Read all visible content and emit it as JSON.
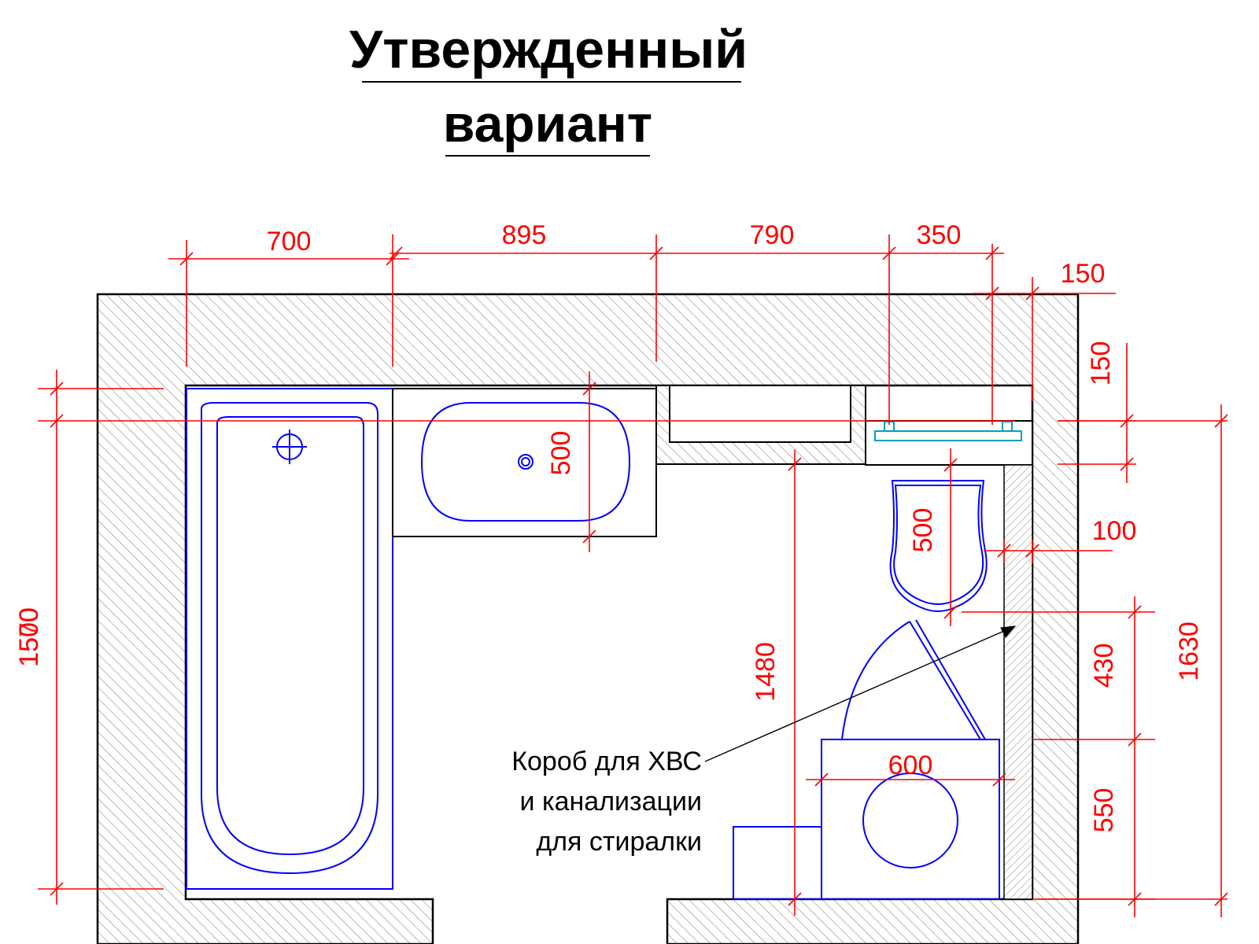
{
  "title": {
    "line1": "Утвержденный",
    "line2": "вариант"
  },
  "dimensions": {
    "top_700": "700",
    "top_895": "895",
    "top_790": "790",
    "top_350": "350",
    "top_150": "150",
    "right_150": "150",
    "right_100": "100",
    "right_430": "430",
    "right_550": "550",
    "right_1630": "1630",
    "sink_depth": "500",
    "toilet_depth": "500",
    "inner_1480": "1480",
    "washer_width": "600",
    "left_a": "1500",
    "left_b": "1570"
  },
  "annotation": {
    "line1": "Короб для ХВС",
    "line2": "и канализации",
    "line3": "для стиралки"
  },
  "colors": {
    "dimension": "#ff0000",
    "fixture": "#0000ff",
    "wall_hatch": "#888888",
    "rail": "#00a0c0"
  }
}
